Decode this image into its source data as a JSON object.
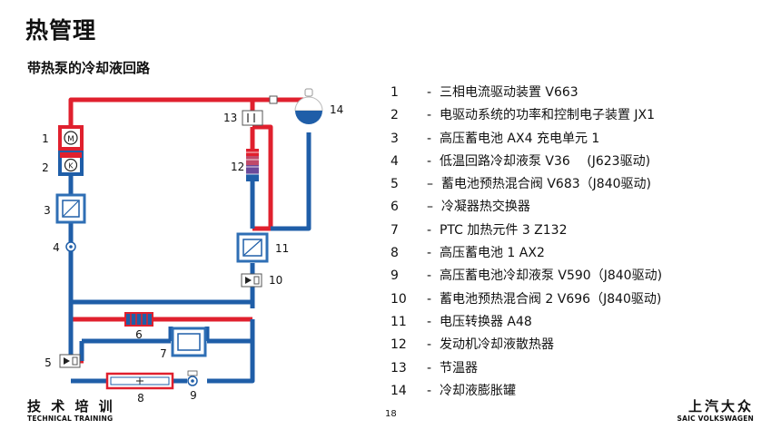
{
  "page": {
    "title": "热管理",
    "subtitle": "带热泵的冷却液回路",
    "page_number": "18"
  },
  "footer": {
    "left_cn": "技 术 培 训",
    "left_en": "TECHNICAL TRAINING",
    "right_cn": "上汽大众",
    "right_en": "SAIC VOLKSWAGEN"
  },
  "colors": {
    "hot": "#e0202e",
    "cold": "#1f5ea8",
    "component_border": "#2f6fb5"
  },
  "diagram": {
    "component_labels": [
      "1",
      "2",
      "3",
      "4",
      "5",
      "6",
      "7",
      "8",
      "9",
      "10",
      "11",
      "12",
      "13",
      "14"
    ],
    "icons": {
      "1": "motor-m-icon",
      "2": "compressor-k-icon",
      "3": "converter-box-icon",
      "4": "pump-icon",
      "5": "valve-icon",
      "6": "condenser-heat-exchanger-icon",
      "7": "converter-box-icon",
      "8": "ptc-heater-icon",
      "9": "pump-icon",
      "10": "valve-icon",
      "11": "converter-box-icon",
      "12": "radiator-icon",
      "13": "thermostat-icon",
      "14": "expansion-tank-icon"
    }
  },
  "legend": [
    {
      "num": "1",
      "dash": "-",
      "text": "三相电流驱动装置 V663"
    },
    {
      "num": "2",
      "dash": "-",
      "text": "电驱动系统的功率和控制电子装置 JX1"
    },
    {
      "num": "3",
      "dash": "-",
      "text": "高压蓄电池 AX4 充电单元 1"
    },
    {
      "num": "4",
      "dash": "-",
      "text": "低温回路冷却液泵 V36　 (J623驱动)"
    },
    {
      "num": "5",
      "dash": "–",
      "text": "蓄电池预热混合阀 V683（J840驱动)"
    },
    {
      "num": "6",
      "dash": "–",
      "text": "冷凝器热交换器"
    },
    {
      "num": "7",
      "dash": "-",
      "text": "PTC 加热元件 3 Z132"
    },
    {
      "num": "8",
      "dash": "-",
      "text": "高压蓄电池 1 AX2"
    },
    {
      "num": "9",
      "dash": "-",
      "text": "高压蓄电池冷却液泵 V590（J840驱动)"
    },
    {
      "num": "10",
      "dash": "-",
      "text": "蓄电池预热混合阀 2 V696（J840驱动)"
    },
    {
      "num": "11",
      "dash": "-",
      "text": "电压转换器 A48"
    },
    {
      "num": "12",
      "dash": "-",
      "text": "发动机冷却液散热器"
    },
    {
      "num": "13",
      "dash": "-",
      "text": "节温器"
    },
    {
      "num": "14",
      "dash": "-",
      "text": "冷却液膨胀罐"
    }
  ]
}
